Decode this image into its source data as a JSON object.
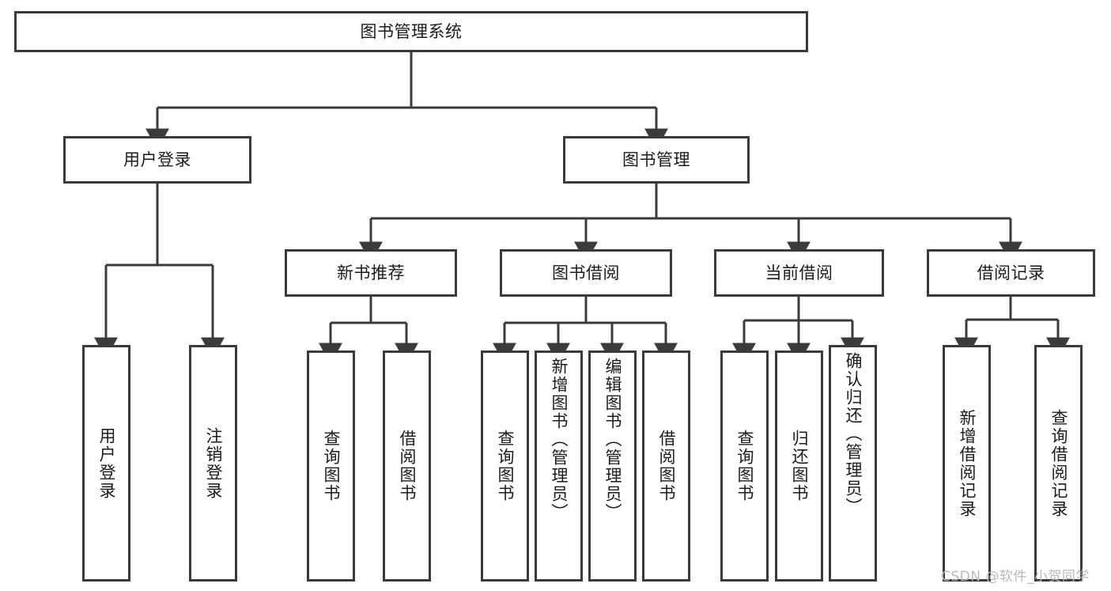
{
  "diagram": {
    "title": "图书管理系统",
    "type": "tree-hierarchy-chart",
    "watermark": "CSDN @软件_小贺同学",
    "colors": {
      "background": "#ffffff",
      "box_fill": "#ffffff",
      "box_border": "#3b3b3b",
      "edge": "#3b3b3b",
      "text": "#1b1b1b",
      "watermark": "#b9b9b9"
    },
    "nodes": {
      "root": {
        "id": "root",
        "label": "图书管理系统",
        "level": 0
      },
      "level1": [
        {
          "id": "user-login",
          "label": "用户登录",
          "level": 1
        },
        {
          "id": "book-management",
          "label": "图书管理",
          "level": 1
        }
      ],
      "level2": [
        {
          "id": "new-book-recommend",
          "label": "新书推荐",
          "level": 2,
          "parent": "book-management"
        },
        {
          "id": "book-borrow",
          "label": "图书借阅",
          "level": 2,
          "parent": "book-management"
        },
        {
          "id": "current-borrow",
          "label": "当前借阅",
          "level": 2,
          "parent": "book-management"
        },
        {
          "id": "borrow-record",
          "label": "借阅记录",
          "level": 2,
          "parent": "book-management"
        }
      ],
      "leaves": [
        {
          "id": "leaf-user-login",
          "label": "用户登录",
          "parent": "user-login"
        },
        {
          "id": "leaf-logout",
          "label": "注销登录",
          "parent": "user-login"
        },
        {
          "id": "leaf-query-book-1",
          "label": "查询图书",
          "parent": "new-book-recommend"
        },
        {
          "id": "leaf-borrow-book-1",
          "label": "借阅图书",
          "parent": "new-book-recommend"
        },
        {
          "id": "leaf-query-book-2",
          "label": "查询图书",
          "parent": "book-borrow"
        },
        {
          "id": "leaf-add-book",
          "label": "新增图书（管理员）",
          "parent": "book-borrow"
        },
        {
          "id": "leaf-edit-book",
          "label": "编辑图书（管理员）",
          "parent": "book-borrow"
        },
        {
          "id": "leaf-borrow-book-2",
          "label": "借阅图书",
          "parent": "book-borrow"
        },
        {
          "id": "leaf-query-book-3",
          "label": "查询图书",
          "parent": "current-borrow"
        },
        {
          "id": "leaf-return-book",
          "label": "归还图书",
          "parent": "current-borrow"
        },
        {
          "id": "leaf-confirm-return",
          "label": "确认归还（管理员）",
          "parent": "current-borrow"
        },
        {
          "id": "leaf-add-record",
          "label": "新增借阅记录",
          "parent": "borrow-record"
        },
        {
          "id": "leaf-query-record",
          "label": "查询借阅记录",
          "parent": "borrow-record"
        }
      ]
    }
  }
}
